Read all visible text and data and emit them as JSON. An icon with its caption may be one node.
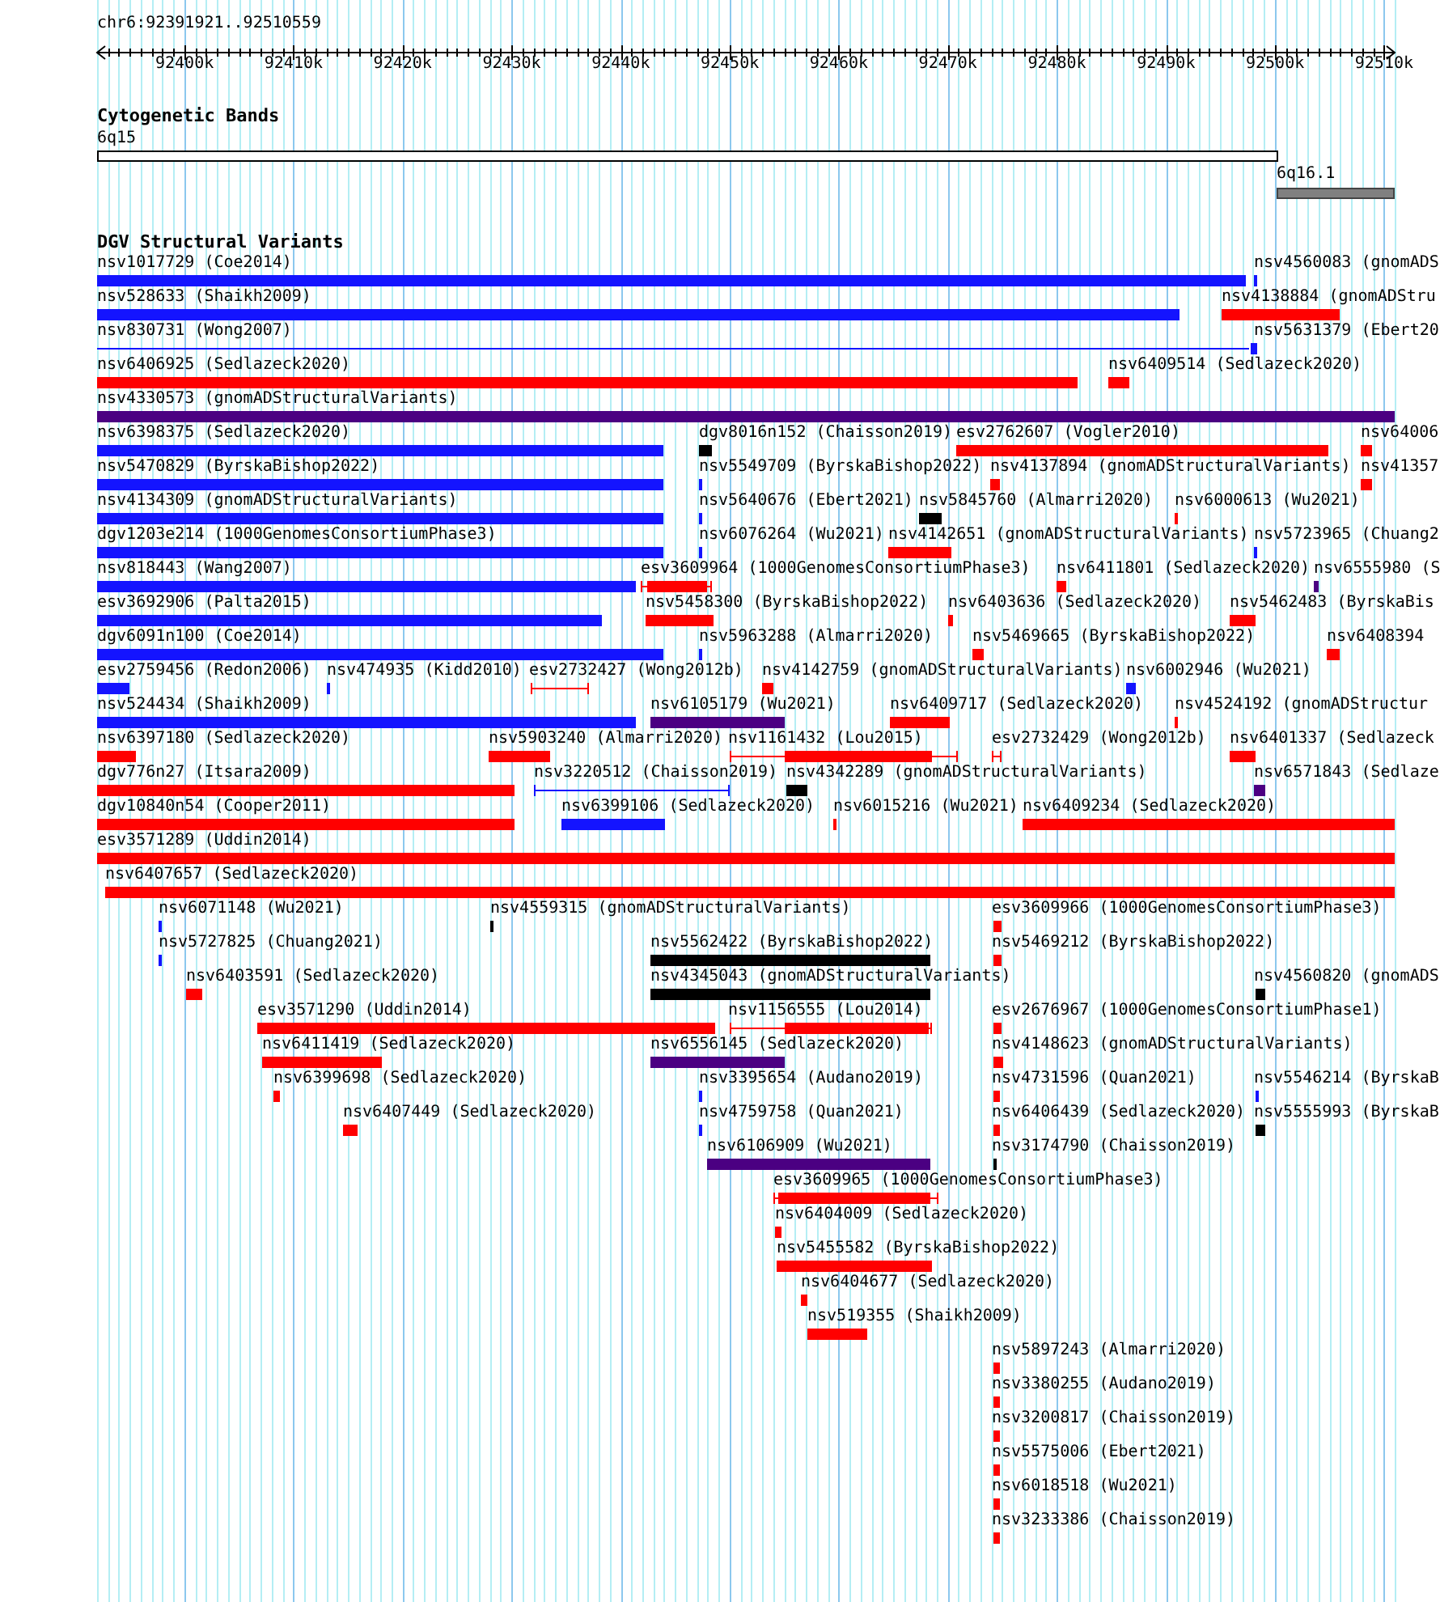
{
  "diagram": {
    "title": "chr6:92391921..92510559",
    "labels": [
      "92400k",
      "92410k",
      "92420k",
      "92430k",
      "92440k",
      "92450k",
      "92460k",
      "92470k",
      "92480k",
      "92490k",
      "92500k",
      "92510k",
      "Cytogenetic Bands",
      "6q15",
      "6q16.1",
      "DGV Structural Variants",
      "nsv1017729 (Coe2014)",
      "nsv4560083 (gnomADS",
      "nsv528633 (Shaikh2009)",
      "nsv4138884 (gnomADStru",
      "nsv830731 (Wong2007)",
      "nsv5631379 (Ebert20",
      "nsv6406925 (Sedlazeck2020)",
      "nsv6409514 (Sedlazeck2020)",
      "nsv4330573 (gnomADStructuralVariants)",
      "nsv6398375 (Sedlazeck2020)",
      "dgv8016n152 (Chaisson2019)",
      "esv2762607 (Vogler2010)",
      "nsv64006",
      "nsv5470829 (ByrskaBishop2022)",
      "nsv5549709 (ByrskaBishop2022)",
      "nsv4137894 (gnomADStructuralVariants)",
      "nsv41357",
      "nsv4134309 (gnomADStructuralVariants)",
      "nsv5640676 (Ebert2021)",
      "nsv5845760 (Almarri2020)",
      "nsv6000613 (Wu2021)",
      "dgv1203e214 (1000GenomesConsortiumPhase3)",
      "nsv6076264 (Wu2021)",
      "nsv4142651 (gnomADStructuralVariants)",
      "nsv5723965 (Chuang2",
      "nsv818443 (Wang2007)",
      "esv3609964 (1000GenomesConsortiumPhase3)",
      "nsv6411801 (Sedlazeck2020)",
      "nsv6555980 (S",
      "esv3692906 (Palta2015)",
      "nsv5458300 (ByrskaBishop2022)",
      "nsv6403636 (Sedlazeck2020)",
      "nsv5462483 (ByrskaBis",
      "dgv6091n100 (Coe2014)",
      "nsv5963288 (Almarri2020)",
      "nsv5469665 (ByrskaBishop2022)",
      "nsv6408394",
      "esv2759456 (Redon2006)",
      "nsv474935 (Kidd2010)",
      "esv2732427 (Wong2012b)",
      "nsv4142759 (gnomADStructuralVariants)",
      "nsv6002946 (Wu2021)",
      "nsv524434 (Shaikh2009)",
      "nsv6105179 (Wu2021)",
      "nsv6409717 (Sedlazeck2020)",
      "nsv4524192 (gnomADStructur",
      "nsv6397180 (Sedlazeck2020)",
      "nsv5903240 (Almarri2020)",
      "nsv1161432 (Lou2015)",
      "esv2732429 (Wong2012b)",
      "nsv6401337 (Sedlazeck",
      "dgv776n27 (Itsara2009)",
      "nsv3220512 (Chaisson2019)",
      "nsv4342289 (gnomADStructuralVariants)",
      "nsv6571843 (Sedlaze",
      "dgv10840n54 (Cooper2011)",
      "nsv6399106 (Sedlazeck2020)",
      "nsv6015216 (Wu2021)",
      "nsv6409234 (Sedlazeck2020)",
      "esv3571289 (Uddin2014)",
      "nsv6407657 (Sedlazeck2020)",
      "nsv6071148 (Wu2021)",
      "nsv4559315 (gnomADStructuralVariants)",
      "esv3609966 (1000GenomesConsortiumPhase3)",
      "nsv5727825 (Chuang2021)",
      "nsv5562422 (ByrskaBishop2022)",
      "nsv5469212 (ByrskaBishop2022)",
      "nsv6403591 (Sedlazeck2020)",
      "nsv4345043 (gnomADStructuralVariants)",
      "nsv4560820 (gnomADS",
      "esv3571290 (Uddin2014)",
      "nsv1156555 (Lou2014)",
      "esv2676967 (1000GenomesConsortiumPhase1)",
      "nsv6411419 (Sedlazeck2020)",
      "nsv6556145 (Sedlazeck2020)",
      "nsv4148623 (gnomADStructuralVariants)",
      "nsv6399698 (Sedlazeck2020)",
      "nsv3395654 (Audano2019)",
      "nsv4731596 (Quan2021)",
      "nsv5546214 (ByrskaB",
      "nsv6407449 (Sedlazeck2020)",
      "nsv4759758 (Quan2021)",
      "nsv6406439 (Sedlazeck2020)",
      "nsv5555993 (ByrskaB",
      "nsv6106909 (Wu2021)",
      "nsv3174790 (Chaisson2019)",
      "esv3609965 (1000GenomesConsortiumPhase3)",
      "nsv6404009 (Sedlazeck2020)",
      "nsv5455582 (ByrskaBishop2022)",
      "nsv6404677 (Sedlazeck2020)",
      "nsv519355 (Shaikh2009)",
      "nsv5897243 (Almarri2020)",
      "nsv3380255 (Audano2019)",
      "nsv3200817 (Chaisson2019)",
      "nsv5575006 (Ebert2021)",
      "nsv6018518 (Wu2021)",
      "nsv3233386 (Chaisson2019)"
    ]
  }
}
